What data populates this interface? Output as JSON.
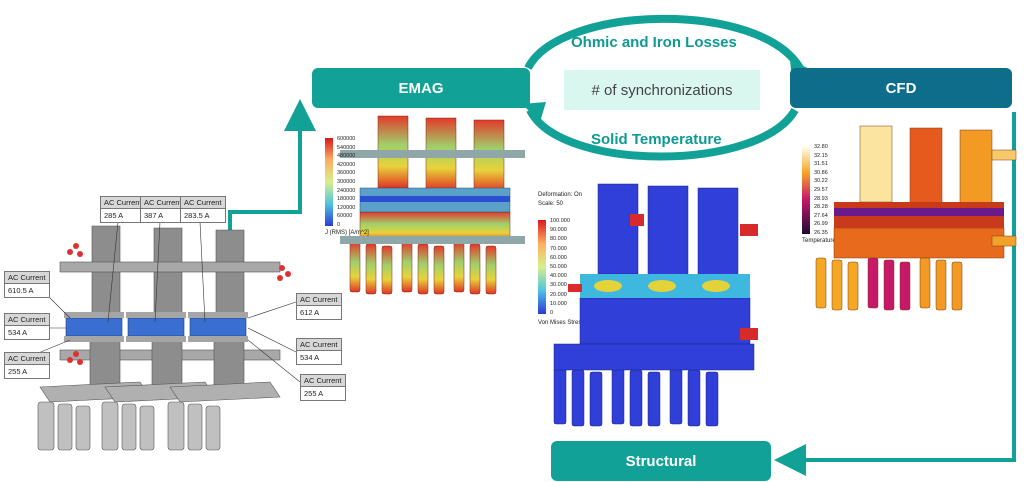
{
  "boxes": {
    "emag": "EMAG",
    "cfd": "CFD",
    "structural": "Structural"
  },
  "loop": {
    "top_label": "Ohmic and Iron Losses",
    "bottom_label": "Solid Temperature",
    "center_label": "# of synchronizations"
  },
  "callouts": [
    {
      "header": "AC Current",
      "value": "285 A"
    },
    {
      "header": "AC Current",
      "value": "387 A"
    },
    {
      "header": "AC Current",
      "value": "283.5 A"
    },
    {
      "header": "AC Current",
      "value": "610.5 A"
    },
    {
      "header": "AC Current",
      "value": "534 A"
    },
    {
      "header": "AC Current",
      "value": "255 A"
    },
    {
      "header": "AC Current",
      "value": "612 A"
    },
    {
      "header": "AC Current",
      "value": "534 A"
    },
    {
      "header": "AC Current",
      "value": "255 A"
    }
  ],
  "emag_legend": {
    "title": "J (RMS) [A/m^2]",
    "ticks": [
      "600000",
      "540000",
      "480000",
      "420000",
      "360000",
      "300000",
      "240000",
      "180000",
      "120000",
      "60000",
      "0"
    ]
  },
  "structural_legend": {
    "deformation": "Deformation: On",
    "scale": "Scale: 50",
    "title": "Von Mises Stress [MPa]",
    "ticks": [
      "100.000",
      "90.000",
      "80.000",
      "70.000",
      "60.000",
      "50.000",
      "40.000",
      "30.000",
      "20.000",
      "10.000",
      "0"
    ]
  },
  "cfd_legend": {
    "title": "Temperature (Solid) [°C]",
    "ticks": [
      "32.80",
      "32.15",
      "31.51",
      "30.86",
      "30.22",
      "29.57",
      "28.93",
      "28.28",
      "27.64",
      "26.99",
      "26.35"
    ]
  },
  "colors": {
    "emag_box": "#11a196",
    "cfd_box": "#0d6d8a",
    "structural_box": "#11a196",
    "arrow": "#11a196",
    "label_text": "#0e9a93",
    "sync_bg": "#d9f6ef"
  }
}
